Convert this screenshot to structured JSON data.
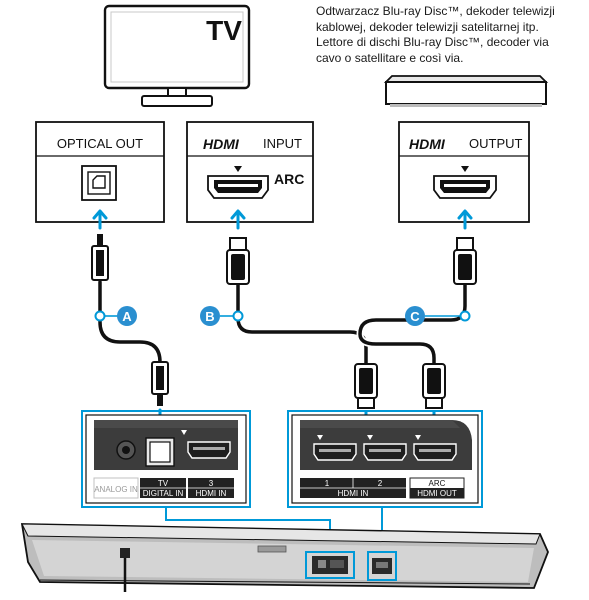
{
  "caption": {
    "line1": "Odtwarzacz Blu-ray Disc™, dekoder telewizji",
    "line2": "kablowej, dekoder telewizji satelitarnej itp.",
    "line3": "Lettore di dischi Blu-ray Disc™, decoder via",
    "line4": "cavo o satellitare e così via."
  },
  "tv": {
    "label": "TV"
  },
  "ports_top": {
    "optical": "OPTICAL OUT",
    "hdmi_logo_1": "HDMI",
    "hdmi_input": "INPUT",
    "arc": "ARC",
    "hdmi_logo_2": "HDMI",
    "hdmi_output": "OUTPUT"
  },
  "cable_labels": {
    "a": "A",
    "b": "B",
    "c": "C"
  },
  "bar_panel_left": {
    "analog_in": "ANALOG IN",
    "tv": "TV",
    "digital_in": "DIGITAL IN",
    "num3": "3",
    "hdmi_in": "HDMI IN"
  },
  "bar_panel_right": {
    "num1": "1",
    "num2": "2",
    "hdmi_in": "HDMI IN",
    "arc": "ARC",
    "hdmi_out": "HDMI OUT"
  },
  "colors": {
    "accent": "#0099d8",
    "label_circle": "#2a8fd0",
    "cable": "#111111",
    "panel_dark": "#3c3c3c"
  }
}
